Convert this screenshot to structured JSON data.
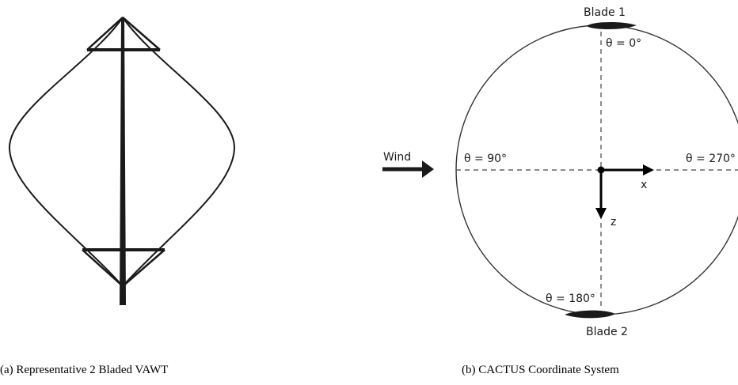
{
  "figure_a": {
    "caption": "(a)  Representative 2 Bladed VAWT"
  },
  "figure_b": {
    "caption": "(b)  CACTUS Coordinate System",
    "blade_top_label": "Blade 1",
    "blade_bottom_label": "Blade 2",
    "wind_label": "Wind",
    "theta_top": "θ = 0°",
    "theta_left": "θ = 90°",
    "theta_right": "θ = 270°",
    "theta_bottom": "θ = 180°",
    "x_axis_label": "x",
    "z_axis_label": "z"
  }
}
